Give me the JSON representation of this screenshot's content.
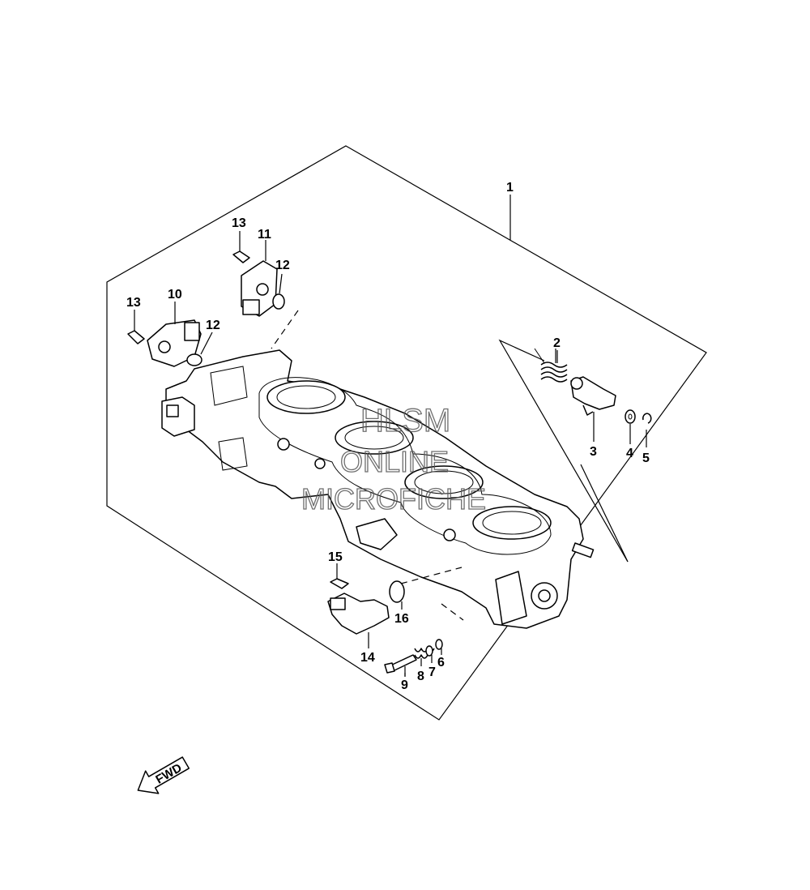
{
  "watermark": {
    "line1": "HLSM",
    "line2": "ONLINE",
    "line3": "MICROFICHE"
  },
  "fwd_arrow": {
    "text": "FWD"
  },
  "callouts": [
    {
      "id": "1",
      "text": "1"
    },
    {
      "id": "2",
      "text": "2"
    },
    {
      "id": "3",
      "text": "3"
    },
    {
      "id": "4",
      "text": "4"
    },
    {
      "id": "5",
      "text": "5"
    },
    {
      "id": "6",
      "text": "6"
    },
    {
      "id": "7",
      "text": "7"
    },
    {
      "id": "8",
      "text": "8"
    },
    {
      "id": "9",
      "text": "9"
    },
    {
      "id": "10",
      "text": "10"
    },
    {
      "id": "11",
      "text": "11"
    },
    {
      "id": "12a",
      "text": "12"
    },
    {
      "id": "12b",
      "text": "12"
    },
    {
      "id": "13a",
      "text": "13"
    },
    {
      "id": "13b",
      "text": "13"
    },
    {
      "id": "14",
      "text": "14"
    },
    {
      "id": "15",
      "text": "15"
    },
    {
      "id": "16",
      "text": "16"
    }
  ]
}
